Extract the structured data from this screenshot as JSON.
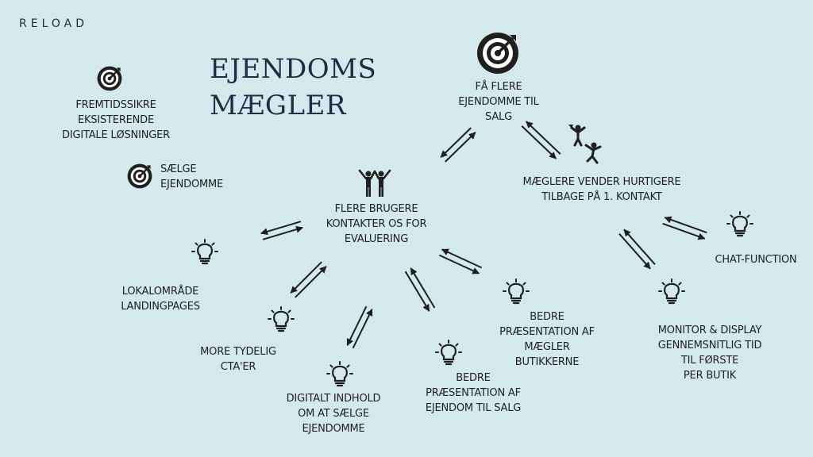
{
  "brand": {
    "logo": "RELOAD"
  },
  "title": "EJENDOMS\nMÆGLER",
  "goals": {
    "top": "FÅ FLERE\nEJENDOMME TIL\nSALG",
    "future": "FREMTIDSSIKRE\nEKSISTERENDE\nDIGITALE LØSNINGER",
    "sell": "SÆLGE\nEJENDOMME"
  },
  "nodes": {
    "users": "FLERE BRUGERE\nKONTAKTER OS FOR\nEVALUERING",
    "brokers": "MÆGLERE VENDER HURTIGERE\nTILBAGE PÅ 1. KONTAKT"
  },
  "ideas": {
    "local": "LOKALOMRÅDE\nLANDINGPAGES",
    "cta": "MORE TYDELIG\nCTA'ER",
    "content": "DIGITALT INDHOLD\nOM AT SÆLGE\nEJENDOMME",
    "property": "BEDRE\nPRÆSENTATION AF\nEJENDOM TIL SALG",
    "shops": "BEDRE\nPRÆSENTATION AF\nMÆGLER\nBUTIKKERNE",
    "monitor": "MONITOR & DISPLAY\nGENNEMSNITLIG TID\nTIL FØRSTE\nPER BUTIK",
    "chat": "CHAT-FUNCTION"
  },
  "colors": {
    "background": "#d3e9ec",
    "navy": "#1f2c46",
    "ink": "#1f1f1f"
  },
  "icons": [
    "target-icon",
    "people-cheer-icon",
    "jumping-people-icon",
    "lightbulb-icon",
    "double-arrow-icon"
  ]
}
